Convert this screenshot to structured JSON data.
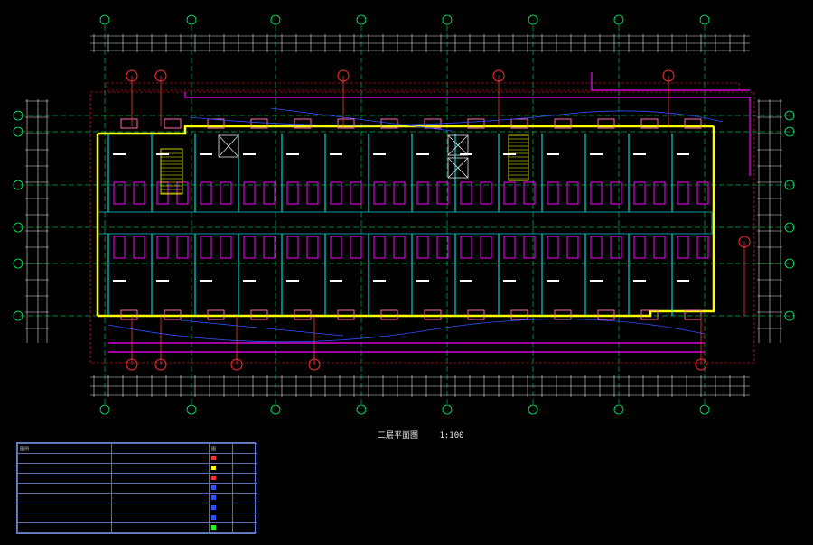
{
  "title_block": {
    "title": "二层平面图",
    "scale": "1:100",
    "notes": [
      "",
      "",
      ""
    ]
  },
  "legend": {
    "header": [
      "图例",
      "",
      "图",
      ""
    ],
    "rows": [
      {
        "c1": "",
        "c2": "",
        "color": "#ff3030"
      },
      {
        "c1": "",
        "c2": "",
        "color": "#ffff00"
      },
      {
        "c1": "",
        "c2": "",
        "color": "#ff3030"
      },
      {
        "c1": "",
        "c2": "",
        "color": "#3050ff"
      },
      {
        "c1": "",
        "c2": "",
        "color": "#3050ff"
      },
      {
        "c1": "",
        "c2": "",
        "color": "#3050ff"
      },
      {
        "c1": "",
        "c2": "",
        "color": "#3050ff"
      },
      {
        "c1": "",
        "c2": "",
        "color": "#20ff20"
      }
    ]
  },
  "colors": {
    "background": "#000000",
    "axis": "#00ff66",
    "wall": "#ffff00",
    "fixture": "#ff00ff",
    "pipe": "#00ffff",
    "lighting": "#3050ff",
    "marker": "#ff3030",
    "dimension": "#e0e0e0"
  }
}
